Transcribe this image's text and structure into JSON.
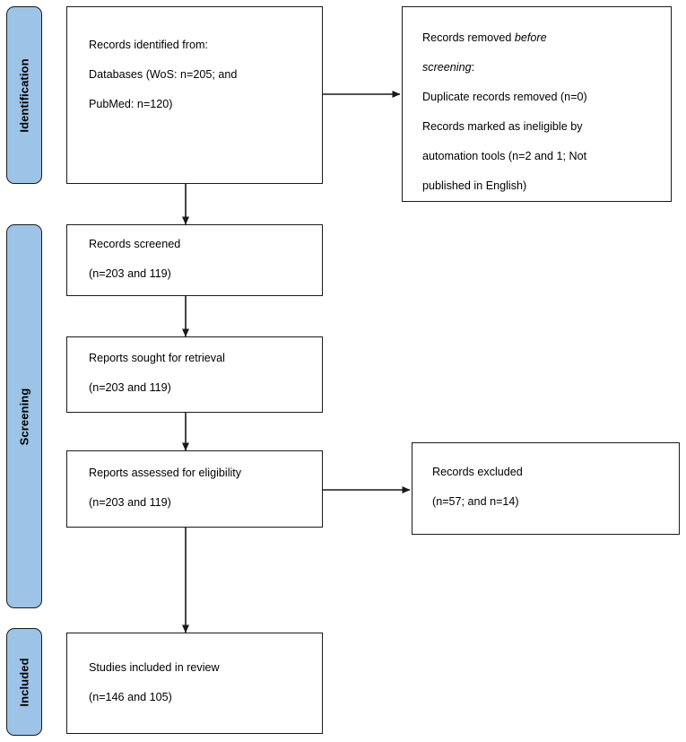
{
  "diagram": {
    "type": "prisma-flow-diagram",
    "colors": {
      "stage_bar_fill": "#9dc3e6",
      "stroke": "#1a1a1a",
      "box_fill": "#ffffff",
      "text": "#000000"
    },
    "stages": [
      {
        "id": "identification",
        "label": "Identification"
      },
      {
        "id": "screening",
        "label": "Screening"
      },
      {
        "id": "included",
        "label": "Included"
      }
    ],
    "boxes": {
      "records_identified": {
        "lines": [
          "Records identified from:",
          "Databases (WoS: n=205; and",
          "PubMed: n=120)"
        ]
      },
      "records_removed": {
        "lines": [
          "Records removed before",
          "screening:",
          "Duplicate records removed (n=0)",
          "Records marked as ineligible by",
          "automation tools (n=2 and 1; Not",
          "published in English)"
        ],
        "italic_segments": [
          "before",
          "screening"
        ]
      },
      "records_screened": {
        "lines": [
          "Records screened",
          "(n=203 and 119)"
        ]
      },
      "reports_sought": {
        "lines": [
          "Reports sought for retrieval",
          "(n=203 and 119)"
        ]
      },
      "reports_assessed": {
        "lines": [
          "Reports assessed for eligibility",
          "(n=203 and 119)"
        ]
      },
      "records_excluded": {
        "lines": [
          "Records excluded",
          "(n=57; and n=14)"
        ]
      },
      "studies_included": {
        "lines": [
          "Studies included in review",
          "(n=146 and 105)"
        ]
      }
    },
    "counts": {
      "wos_identified": 205,
      "pubmed_identified": 120,
      "duplicates_removed": 0,
      "ineligible_automation_wos": 2,
      "ineligible_automation_pubmed": 1,
      "screened_wos": 203,
      "screened_pubmed": 119,
      "sought_wos": 203,
      "sought_pubmed": 119,
      "assessed_wos": 203,
      "assessed_pubmed": 119,
      "excluded_wos": 57,
      "excluded_pubmed": 14,
      "included_wos": 146,
      "included_pubmed": 105
    }
  }
}
